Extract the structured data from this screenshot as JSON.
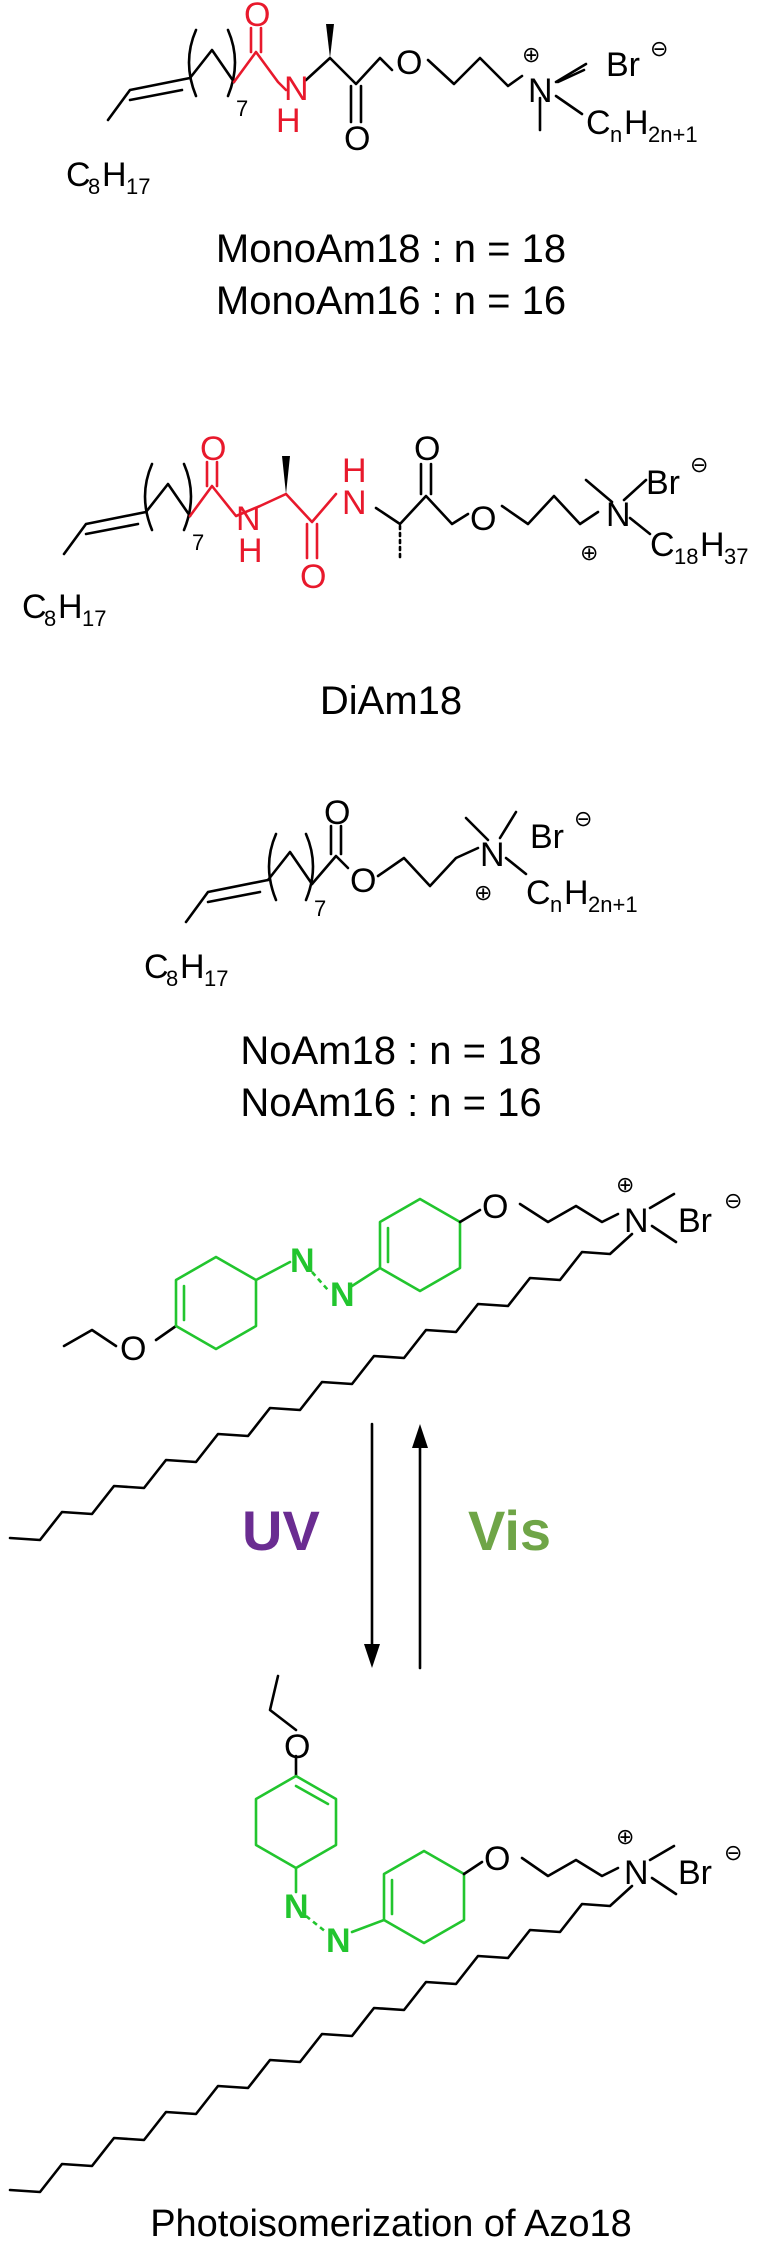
{
  "structures": [
    {
      "id": "monoam",
      "labels": {
        "chain": "C8H17",
        "chain_c": "C",
        "chain_c_sub": "8",
        "chain_h": "H",
        "chain_h_sub": "17",
        "repeat": "7",
        "o1": "O",
        "nh_n": "N",
        "nh_h": "H",
        "o2": "O",
        "o3": "O",
        "n_plus": "N",
        "plus": "⊕",
        "br": "Br",
        "minus": "⊖",
        "tail_c": "C",
        "tail_c_sub": "n",
        "tail_h": "H",
        "tail_h_sub": "2n+1"
      },
      "captions": [
        "MonoAm18 : n = 18",
        "MonoAm16 : n = 16"
      ]
    },
    {
      "id": "diam",
      "labels": {
        "chain_c": "C",
        "chain_c_sub": "8",
        "chain_h": "H",
        "chain_h_sub": "17",
        "repeat": "7",
        "o1": "O",
        "nh1_n": "N",
        "nh1_h": "H",
        "o2": "O",
        "nh2_h": "H",
        "nh2_n": "N",
        "o3": "O",
        "o4": "O",
        "n_plus": "N",
        "plus": "⊕",
        "br": "Br",
        "minus": "⊖",
        "tail_c": "C",
        "tail_c_sub": "18",
        "tail_h": "H",
        "tail_h_sub": "37"
      },
      "captions": [
        "DiAm18"
      ]
    },
    {
      "id": "noam",
      "labels": {
        "chain_c": "C",
        "chain_c_sub": "8",
        "chain_h": "H",
        "chain_h_sub": "17",
        "repeat": "7",
        "o1": "O",
        "o2": "O",
        "n_plus": "N",
        "plus": "⊕",
        "br": "Br",
        "minus": "⊖",
        "tail_c": "C",
        "tail_c_sub": "n",
        "tail_h": "H",
        "tail_h_sub": "2n+1"
      },
      "captions": [
        "NoAm18 : n = 18",
        "NoAm16 : n = 16"
      ]
    },
    {
      "id": "azo",
      "labels": {
        "trans_o1": "O",
        "trans_n1": "N",
        "trans_n2": "N",
        "trans_o2": "O",
        "trans_n_plus": "N",
        "trans_plus": "⊕",
        "trans_br": "Br",
        "trans_minus": "⊖",
        "cis_o1": "O",
        "cis_n1": "N",
        "cis_n2": "N",
        "cis_o2": "O",
        "cis_n_plus": "N",
        "cis_plus": "⊕",
        "cis_br": "Br",
        "cis_minus": "⊖"
      },
      "arrows": {
        "forward": "UV",
        "backward": "Vis"
      },
      "captions": [
        "Photoisomerization of Azo18"
      ]
    }
  ],
  "colors": {
    "amide": "#e8192c",
    "azobenzene": "#22c52e",
    "uv_label": "#6a2c91",
    "vis_label": "#6fa547"
  }
}
